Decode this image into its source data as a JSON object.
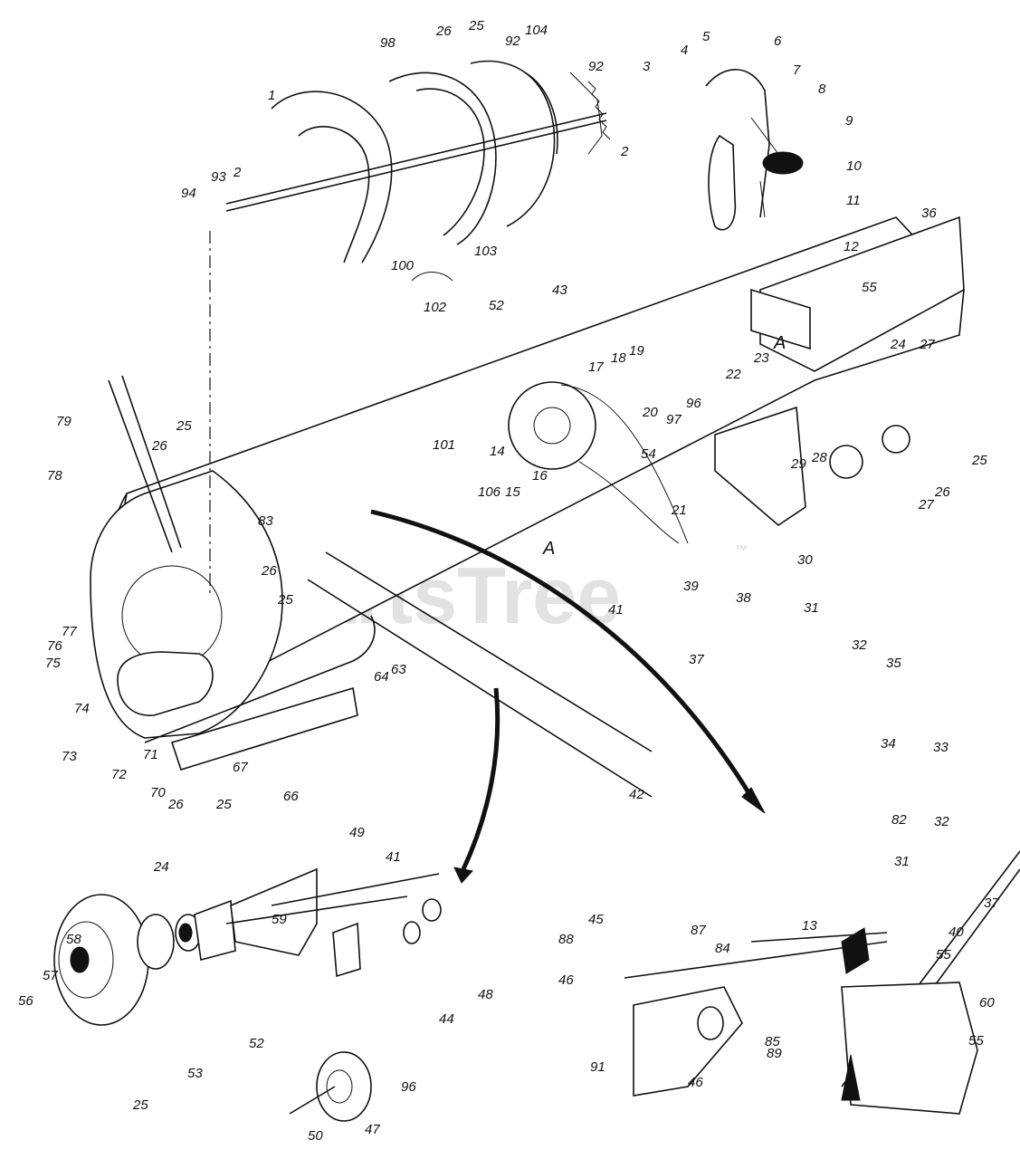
{
  "watermark": {
    "text": "PartsTree",
    "trademark": "™"
  },
  "reference_marks": [
    "A",
    "A"
  ],
  "callouts": [
    "1",
    "2",
    "2",
    "3",
    "4",
    "5",
    "6",
    "7",
    "8",
    "9",
    "10",
    "11",
    "12",
    "13",
    "14",
    "15",
    "16",
    "17",
    "18",
    "19",
    "20",
    "21",
    "22",
    "23",
    "24",
    "24",
    "25",
    "25",
    "25",
    "25",
    "25",
    "25",
    "26",
    "26",
    "26",
    "26",
    "26",
    "27",
    "27",
    "28",
    "29",
    "30",
    "31",
    "31",
    "32",
    "32",
    "33",
    "34",
    "35",
    "36",
    "37",
    "37",
    "38",
    "39",
    "40",
    "41",
    "41",
    "42",
    "43",
    "44",
    "45",
    "46",
    "46",
    "47",
    "48",
    "49",
    "50",
    "52",
    "52",
    "53",
    "54",
    "55",
    "55",
    "55",
    "56",
    "57",
    "58",
    "59",
    "60",
    "63",
    "64",
    "66",
    "67",
    "70",
    "71",
    "72",
    "73",
    "74",
    "75",
    "76",
    "77",
    "78",
    "79",
    "82",
    "83",
    "84",
    "85",
    "87",
    "88",
    "89",
    "91",
    "92",
    "92",
    "93",
    "94",
    "96",
    "96",
    "97",
    "98",
    "100",
    "101",
    "102",
    "103",
    "104",
    "106"
  ]
}
